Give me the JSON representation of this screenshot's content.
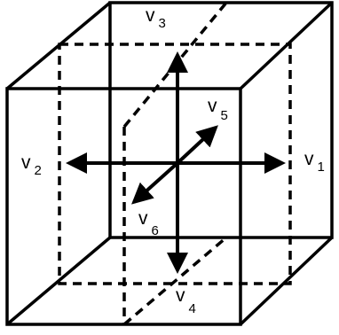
{
  "diagram": {
    "line_color": "#000000",
    "background": "#ffffff",
    "vectors": [
      {
        "id": "v1",
        "letter": "v",
        "index": "1"
      },
      {
        "id": "v2",
        "letter": "v",
        "index": "2"
      },
      {
        "id": "v3",
        "letter": "v",
        "index": "3"
      },
      {
        "id": "v4",
        "letter": "v",
        "index": "4"
      },
      {
        "id": "v5",
        "letter": "v",
        "index": "5"
      },
      {
        "id": "v6",
        "letter": "v",
        "index": "6"
      }
    ]
  }
}
